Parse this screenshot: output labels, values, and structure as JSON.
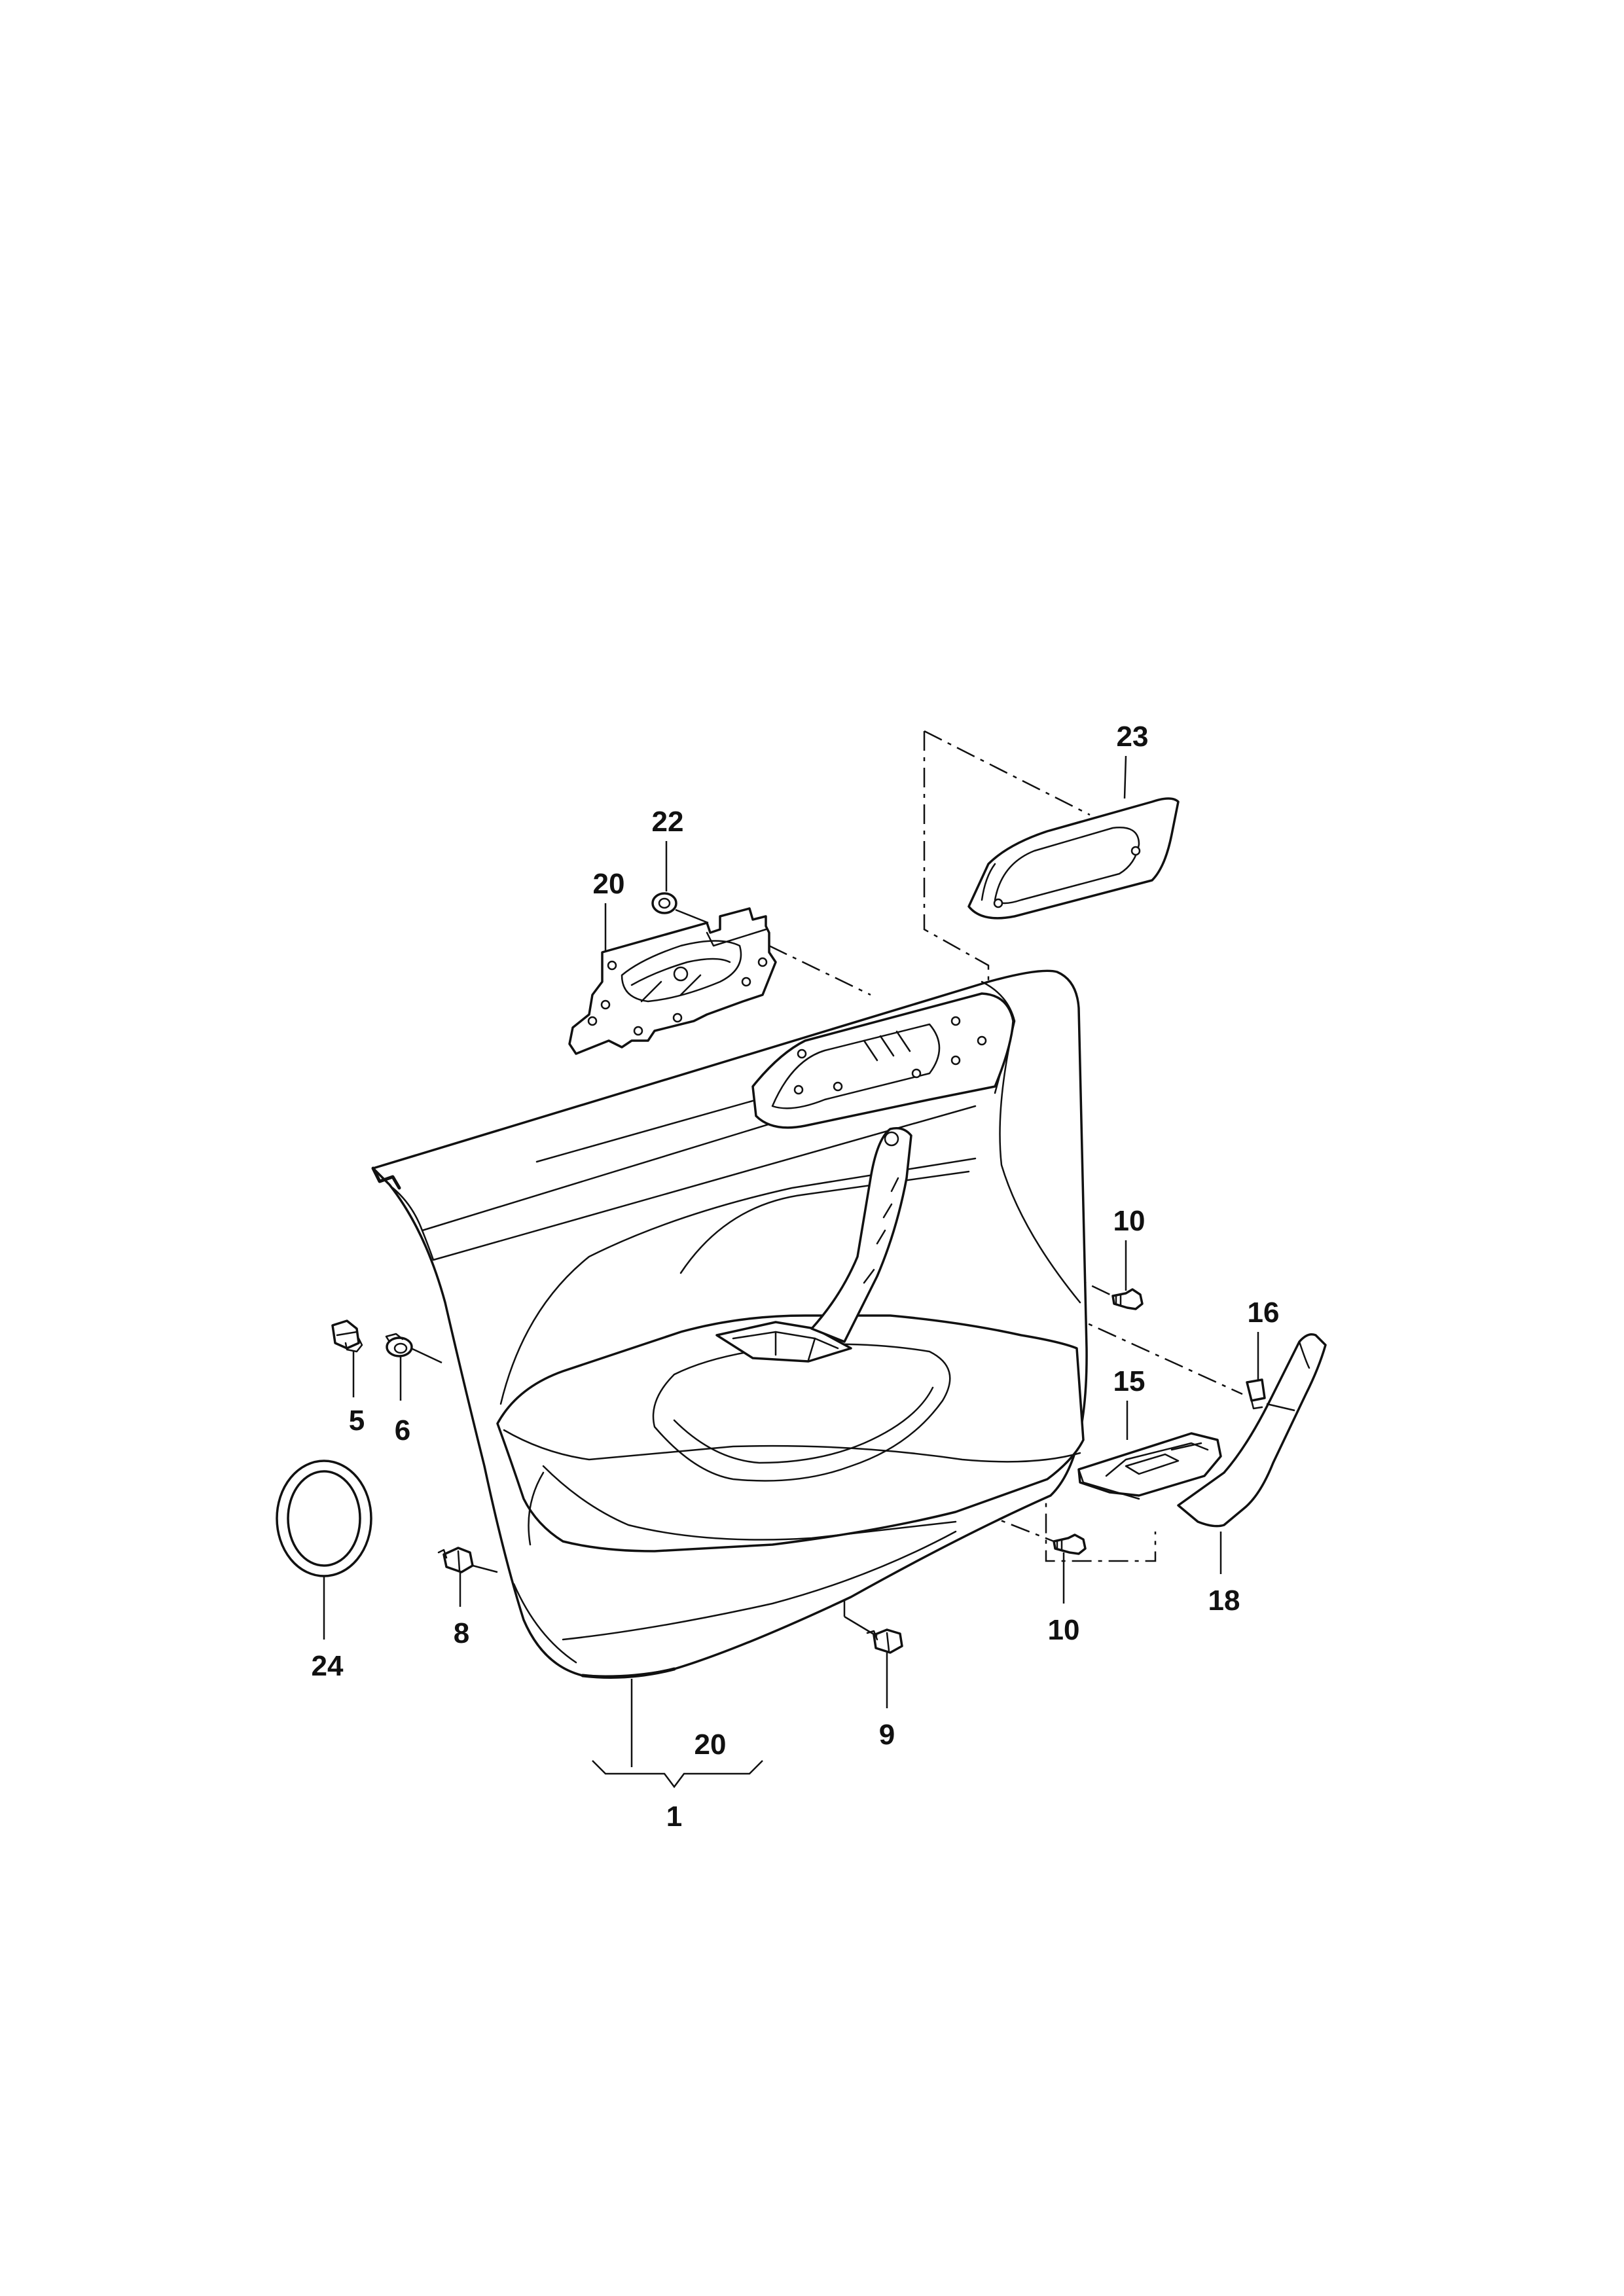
{
  "callouts": [
    {
      "id": "23",
      "label": "23"
    },
    {
      "id": "22",
      "label": "22"
    },
    {
      "id": "20-handle",
      "label": "20"
    },
    {
      "id": "10-upper",
      "label": "10"
    },
    {
      "id": "16",
      "label": "16"
    },
    {
      "id": "15",
      "label": "15"
    },
    {
      "id": "5",
      "label": "5"
    },
    {
      "id": "6",
      "label": "6"
    },
    {
      "id": "24",
      "label": "24"
    },
    {
      "id": "8",
      "label": "8"
    },
    {
      "id": "10-lower",
      "label": "10"
    },
    {
      "id": "18",
      "label": "18"
    },
    {
      "id": "9",
      "label": "9"
    },
    {
      "id": "20-group",
      "label": "20"
    },
    {
      "id": "1",
      "label": "1"
    }
  ]
}
